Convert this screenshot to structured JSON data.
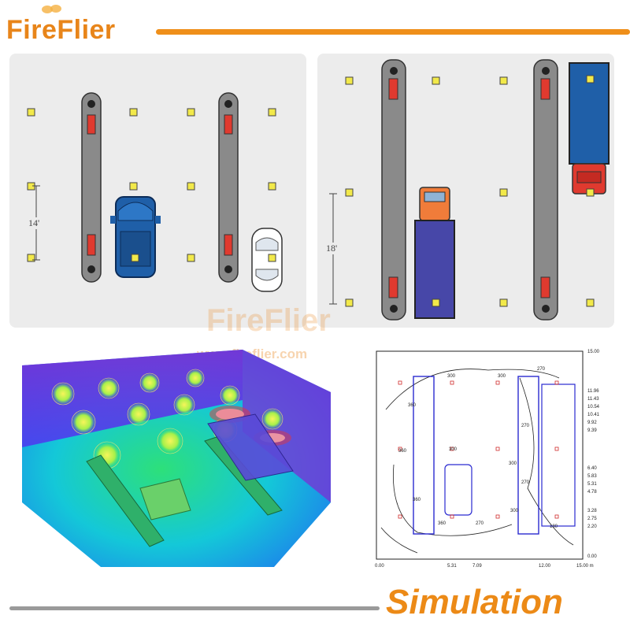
{
  "header": {
    "brand": "FireFlier"
  },
  "panel_left": {
    "dimension_label": "14'"
  },
  "panel_right": {
    "dimension_label": "18'"
  },
  "watermark": {
    "brand": "FireFlier",
    "url": "www.fireflier.com"
  },
  "contour_plot": {
    "y_ticks": [
      "15.00",
      "11.96",
      "11.43",
      "10.54",
      "10.41",
      "9.92",
      "9.39",
      "6.40",
      "5.83",
      "5.31",
      "4.78",
      "3.28",
      "2.75",
      "2.20",
      "0.00"
    ],
    "x_ticks": [
      "0.00",
      "5.31",
      "7.09",
      "12.00",
      "15.00 m"
    ],
    "contour_labels": [
      "270",
      "300",
      "360",
      "300",
      "300",
      "360",
      "270",
      "300",
      "270",
      "360",
      "300",
      "360",
      "270",
      "180"
    ]
  },
  "footer": {
    "title": "Simulation"
  },
  "colors": {
    "accent": "#ef8f1a",
    "truck_blue": "#1f5fa8",
    "trailer_purple": "#4747a8",
    "cab_red": "#e03a2f",
    "cab_orange": "#f07c3a",
    "light_yellow": "#f2e94a"
  }
}
